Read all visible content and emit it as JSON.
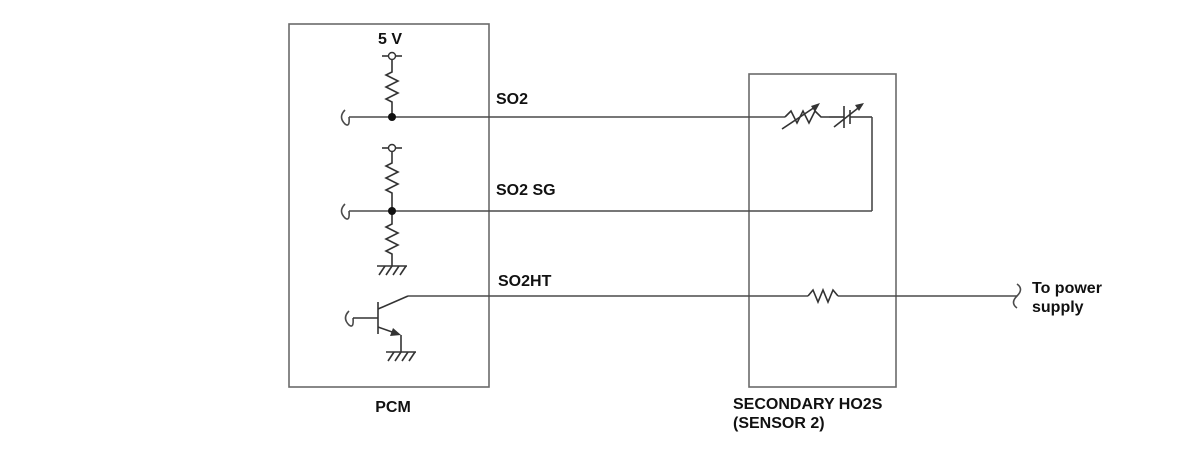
{
  "pcm": {
    "label": "PCM",
    "supply_label": "5 V"
  },
  "sensor": {
    "label_line1": "SECONDARY HO2S",
    "label_line2": "(SENSOR 2)"
  },
  "signals": {
    "so2": "SO2",
    "so2_sg": "SO2 SG",
    "so2ht": "SO2HT"
  },
  "power": {
    "label_line1": "To power",
    "label_line2": "supply"
  }
}
